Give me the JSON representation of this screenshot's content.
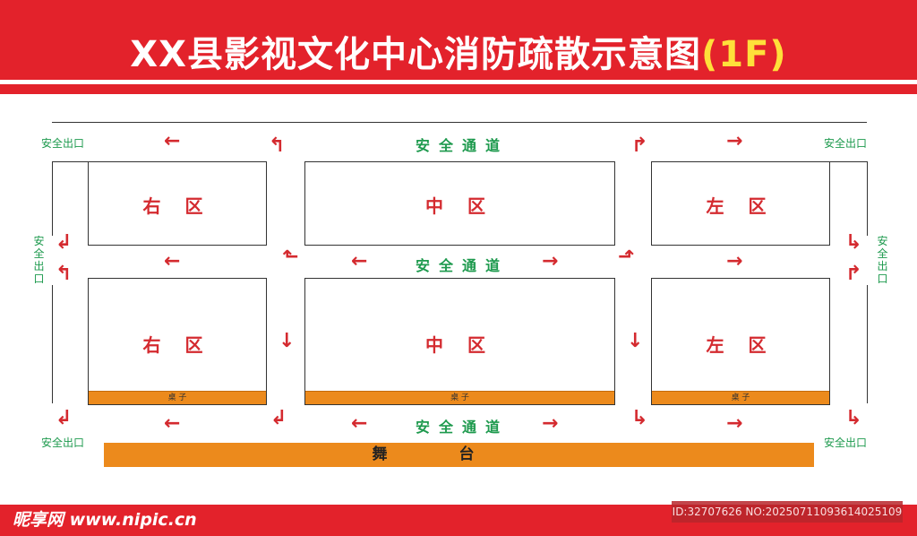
{
  "title": {
    "main": "XX县影视文化中心消防疏散示意图",
    "floor": "(1F)"
  },
  "zones": {
    "right": "右 区",
    "center": "中 区",
    "left": "左 区"
  },
  "table_label": "桌 子",
  "exit_label": "安全出口",
  "aisle_label": "安全通道",
  "stage_label": "舞台",
  "footer": {
    "logo": "昵享网 www.nipic.cn",
    "id": "ID:32707626 NO:20250711093614025109"
  },
  "colors": {
    "red": "#e3222b",
    "green": "#1e9a4e",
    "orange": "#ec8a1c"
  }
}
